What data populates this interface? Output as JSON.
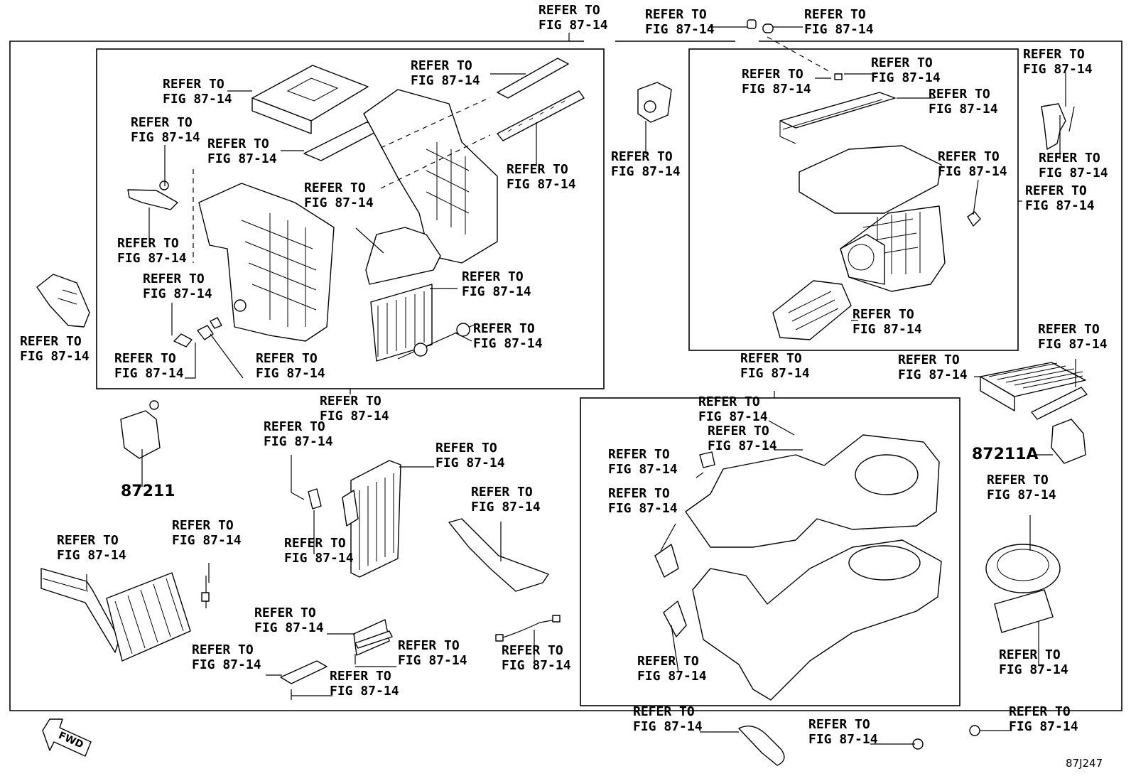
{
  "refer_label_line1": "REFER TO",
  "refer_label_line2": "FIG 87-14",
  "part_numbers": {
    "duct_left": "87211",
    "duct_right": "87211A"
  },
  "fwd_arrow_label": "FWD",
  "diagram_code": "87J247"
}
